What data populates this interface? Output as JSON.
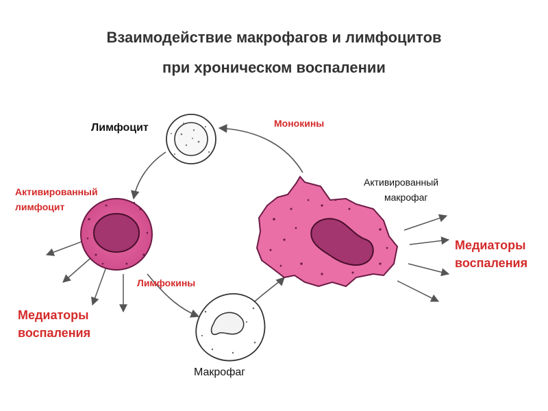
{
  "title": {
    "line1": "Взаимодействие макрофагов и лимфоцитов",
    "line2": "при хроническом воспалении"
  },
  "labels": {
    "lymphocyte": "Лимфоцит",
    "monokines": "Монокины",
    "activated_macrophage_line1": "Активированный",
    "activated_macrophage_line2": "макрофаг",
    "activated_lymphocyte_line1": "Активированный",
    "activated_lymphocyte_line2": "лимфоцит",
    "lymphokines": "Лимфокины",
    "mediators_right_line1": "Медиаторы",
    "mediators_right_line2": "воспаления",
    "mediators_left_line1": "Медиаторы",
    "mediators_left_line2": "воспаления",
    "macrophage": "Макрофаг"
  },
  "colors": {
    "cell_pink": "#e0609a",
    "cell_pink_light": "#f08bb8",
    "nucleus_purple": "#a02f72",
    "accent_red": "#d42a2a",
    "arrow_gray": "#555555"
  }
}
